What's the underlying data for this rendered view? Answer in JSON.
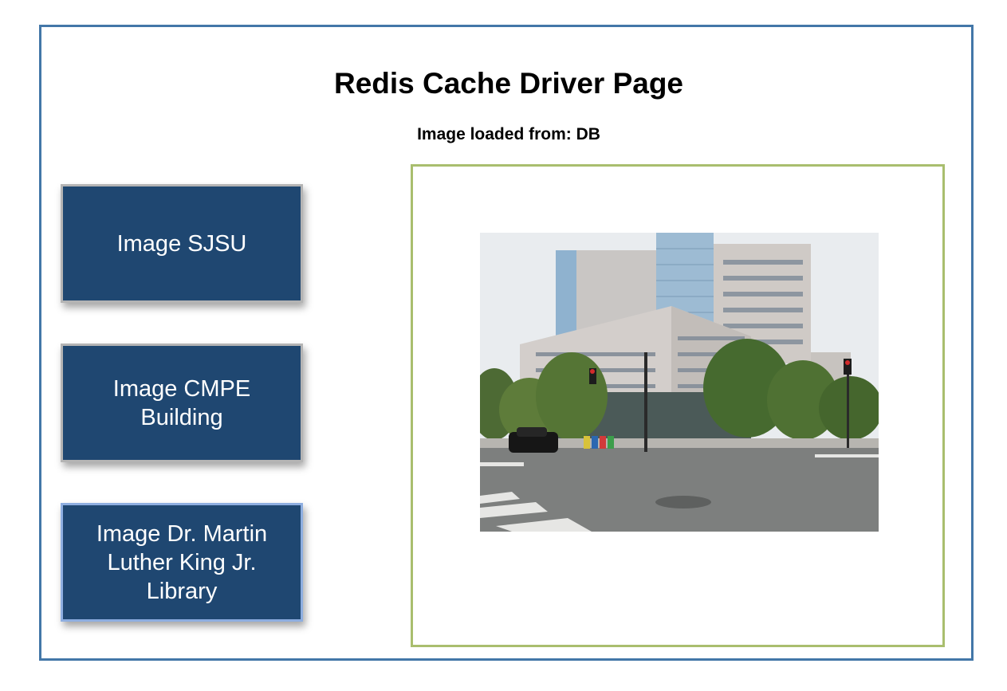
{
  "page": {
    "title": "Redis Cache Driver Page",
    "status": "Image loaded from: DB"
  },
  "buttons": [
    {
      "label": "Image SJSU"
    },
    {
      "label": "Image CMPE Building"
    },
    {
      "label": "Image Dr. Martin Luther King Jr. Library"
    }
  ],
  "image_panel": {
    "photo_subject": "campus-building-photo"
  },
  "colors": {
    "frame_border": "#4377a8",
    "button_bg": "#1f4771",
    "button_text": "#ffffff",
    "panel_border": "#a9be6e"
  }
}
